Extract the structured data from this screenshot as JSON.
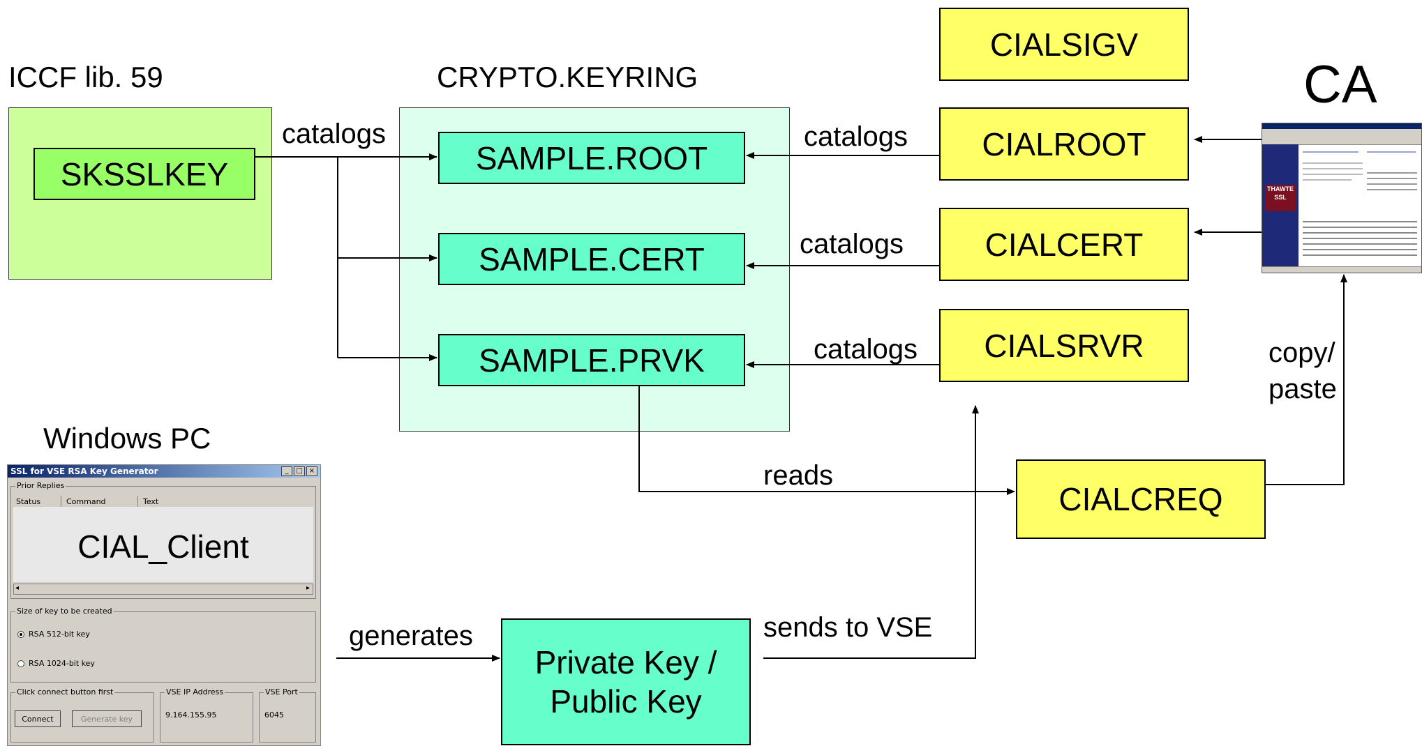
{
  "labels": {
    "iccf": "ICCF lib. 59",
    "keyring": "CRYPTO.KEYRING",
    "ca": "CA",
    "windows_pc": "Windows PC"
  },
  "boxes": {
    "sksslkey": "SKSSLKEY",
    "sample_root": "SAMPLE.ROOT",
    "sample_cert": "SAMPLE.CERT",
    "sample_prvk": "SAMPLE.PRVK",
    "cialsigv": "CIALSIGV",
    "cialroot": "CIALROOT",
    "cialcert": "CIALCERT",
    "cialsrvr": "CIALSRVR",
    "cialcreq": "CIALCREQ",
    "keypair_line1": "Private Key /",
    "keypair_line2": "Public Key"
  },
  "edges": {
    "catalogs_left": "catalogs",
    "catalogs_root": "catalogs",
    "catalogs_cert": "catalogs",
    "catalogs_prvk": "catalogs",
    "reads": "reads",
    "generates": "generates",
    "sends_to_vse": "sends to VSE",
    "copy": "copy/",
    "paste": "paste"
  },
  "window": {
    "title": "SSL for VSE   RSA Key Generator",
    "prior_replies": "Prior Replies",
    "columns": [
      "Status",
      "Command",
      "Text"
    ],
    "client_name": "CIAL_Client",
    "key_size_group": "Size of key to be created",
    "option_512": "RSA 512-bit key",
    "option_1024": "RSA 1024-bit key",
    "connect_group": "Click connect button first",
    "connect_button": "Connect",
    "generate_button": "Generate key",
    "ip_group": "VSE IP Address",
    "ip_value": "9.164.155.95",
    "port_group": "VSE Port",
    "port_value": "6045"
  },
  "browser": {
    "logo": "THAWTE",
    "logo_sub": "SSL"
  },
  "colors": {
    "yellow": "#ffff66",
    "teal": "#66ffcc",
    "light_green": "#ccff99",
    "mint": "#ddffee",
    "green": "#99ff66"
  }
}
